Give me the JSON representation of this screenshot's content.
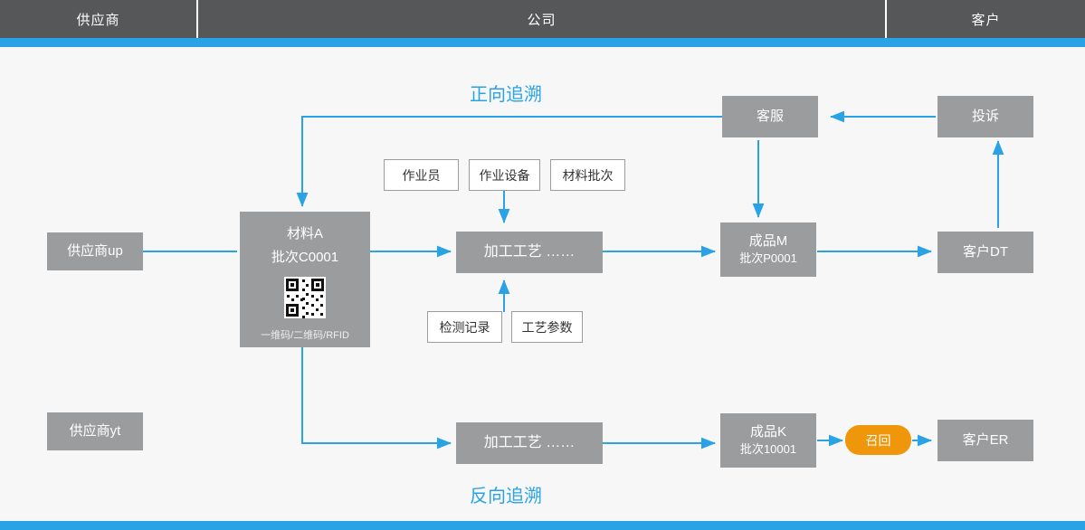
{
  "header": {
    "columns": [
      {
        "label": "供应商"
      },
      {
        "label": "公司"
      },
      {
        "label": "客户"
      }
    ]
  },
  "labels": {
    "forward_trace": "正向追溯",
    "reverse_trace": "反向追溯"
  },
  "nodes": {
    "supplier_up": {
      "label": "供应商up"
    },
    "supplier_yt": {
      "label": "供应商yt"
    },
    "material": {
      "title": "材料A",
      "batch": "批次C0001",
      "code_types": "一维码/二维码/RFID",
      "qr_icon": "qr-code-icon"
    },
    "process_top": {
      "label": "加工工艺  ……"
    },
    "process_bottom": {
      "label": "加工工艺  ……"
    },
    "product_m": {
      "title": "成品M",
      "batch": "批次P0001"
    },
    "product_k": {
      "title": "成品K",
      "batch": "批次10001"
    },
    "customer_service": {
      "label": "客服"
    },
    "complaint": {
      "label": "投诉"
    },
    "customer_dt": {
      "label": "客户DT"
    },
    "customer_er": {
      "label": "客户ER"
    },
    "recall": {
      "label": "召回"
    },
    "operator": {
      "label": "作业员"
    },
    "equipment": {
      "label": "作业设备"
    },
    "material_batch": {
      "label": "材料批次"
    },
    "inspection_record": {
      "label": "检测记录"
    },
    "process_params": {
      "label": "工艺参数"
    }
  },
  "colors": {
    "accent": "#29a3e6",
    "box_gray": "#9b9c9e",
    "header_gray": "#555759",
    "recall_orange": "#f0960a",
    "page_bg": "#f7f7f7"
  }
}
